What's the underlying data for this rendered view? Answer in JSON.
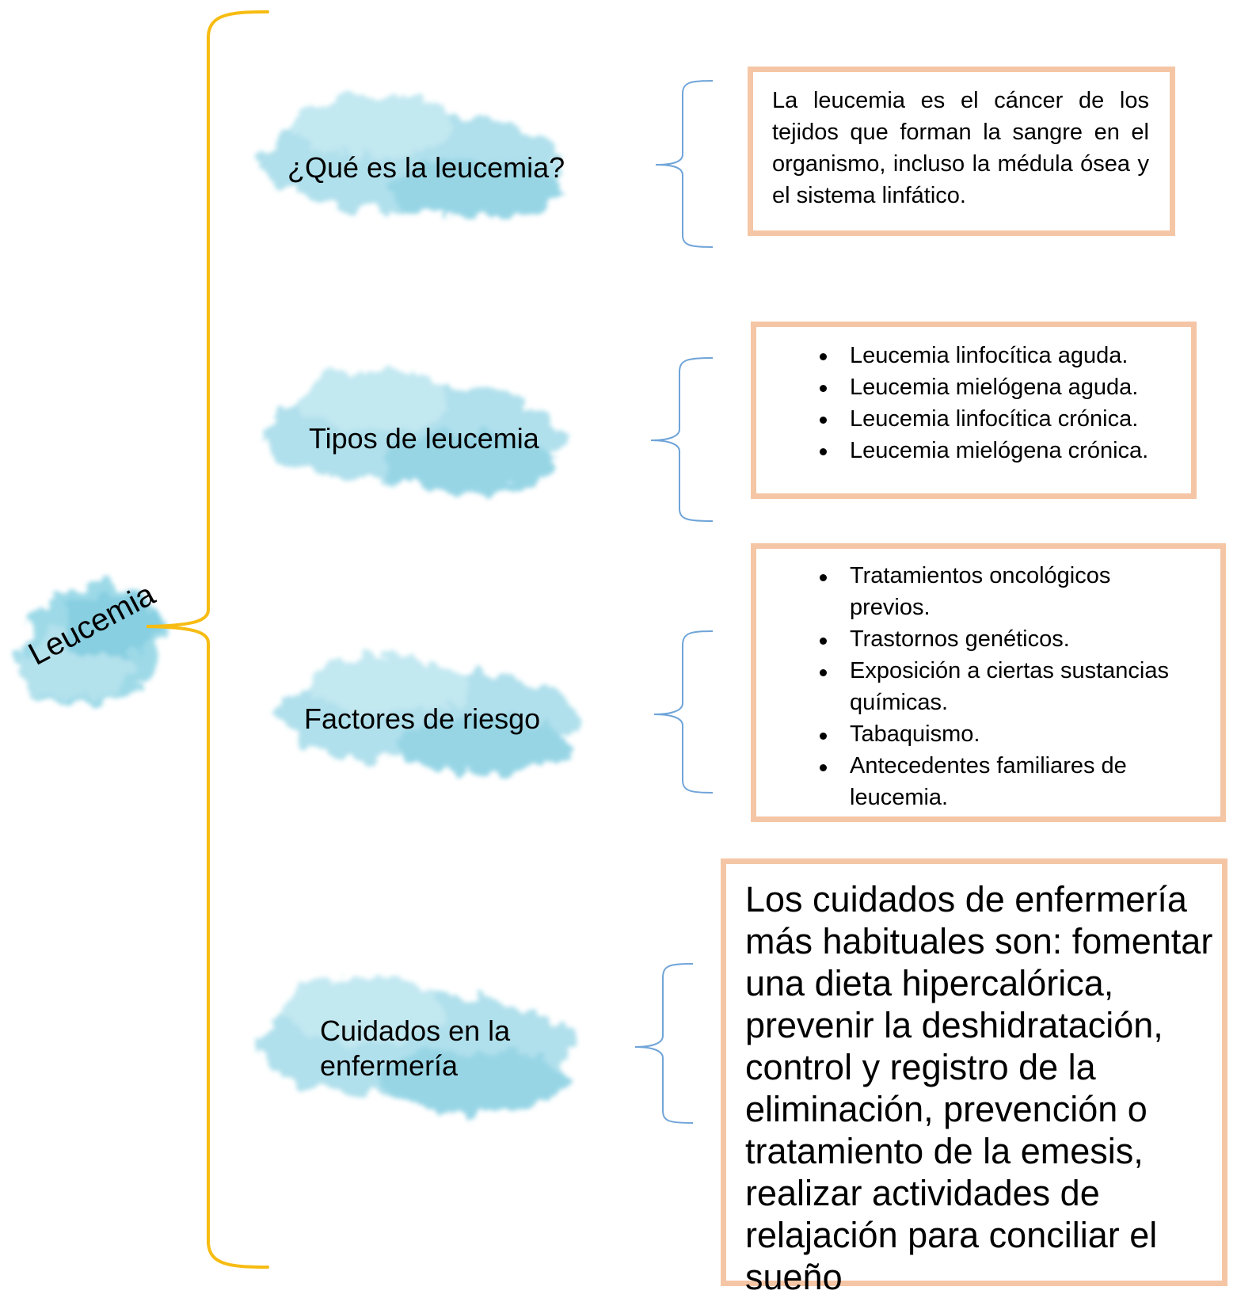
{
  "root": {
    "label": "Leucemia"
  },
  "colors": {
    "main_brace": "#f7bc12",
    "sub_brace": "#6fa4d8",
    "box_border": "#f5c6a5",
    "cloud": "#5fc1d9"
  },
  "branches": [
    {
      "label": "¿Qué es la leucemia?",
      "content": "La leucemia es el cáncer de los tejidos que forman la sangre en el organismo, incluso la médula ósea y el sistema linfático."
    },
    {
      "label": "Tipos de leucemia",
      "items": [
        "Leucemia linfocítica aguda.",
        "Leucemia mielógena aguda.",
        "Leucemia linfocítica crónica.",
        "Leucemia mielógena crónica."
      ]
    },
    {
      "label": "Factores de riesgo",
      "items": [
        "Tratamientos oncológicos previos.",
        "Trastornos genéticos.",
        "Exposición a ciertas sustancias químicas.",
        "Tabaquismo.",
        "Antecedentes familiares de leucemia."
      ]
    },
    {
      "label_lines": [
        "Cuidados en la",
        "enfermería"
      ],
      "content": "Los cuidados de enfermería más habituales son: fomentar una dieta hipercalórica, prevenir la deshidratación, control y registro de la eliminación, prevención o tratamiento de la emesis, realizar actividades de relajación para conciliar el sueño"
    }
  ]
}
